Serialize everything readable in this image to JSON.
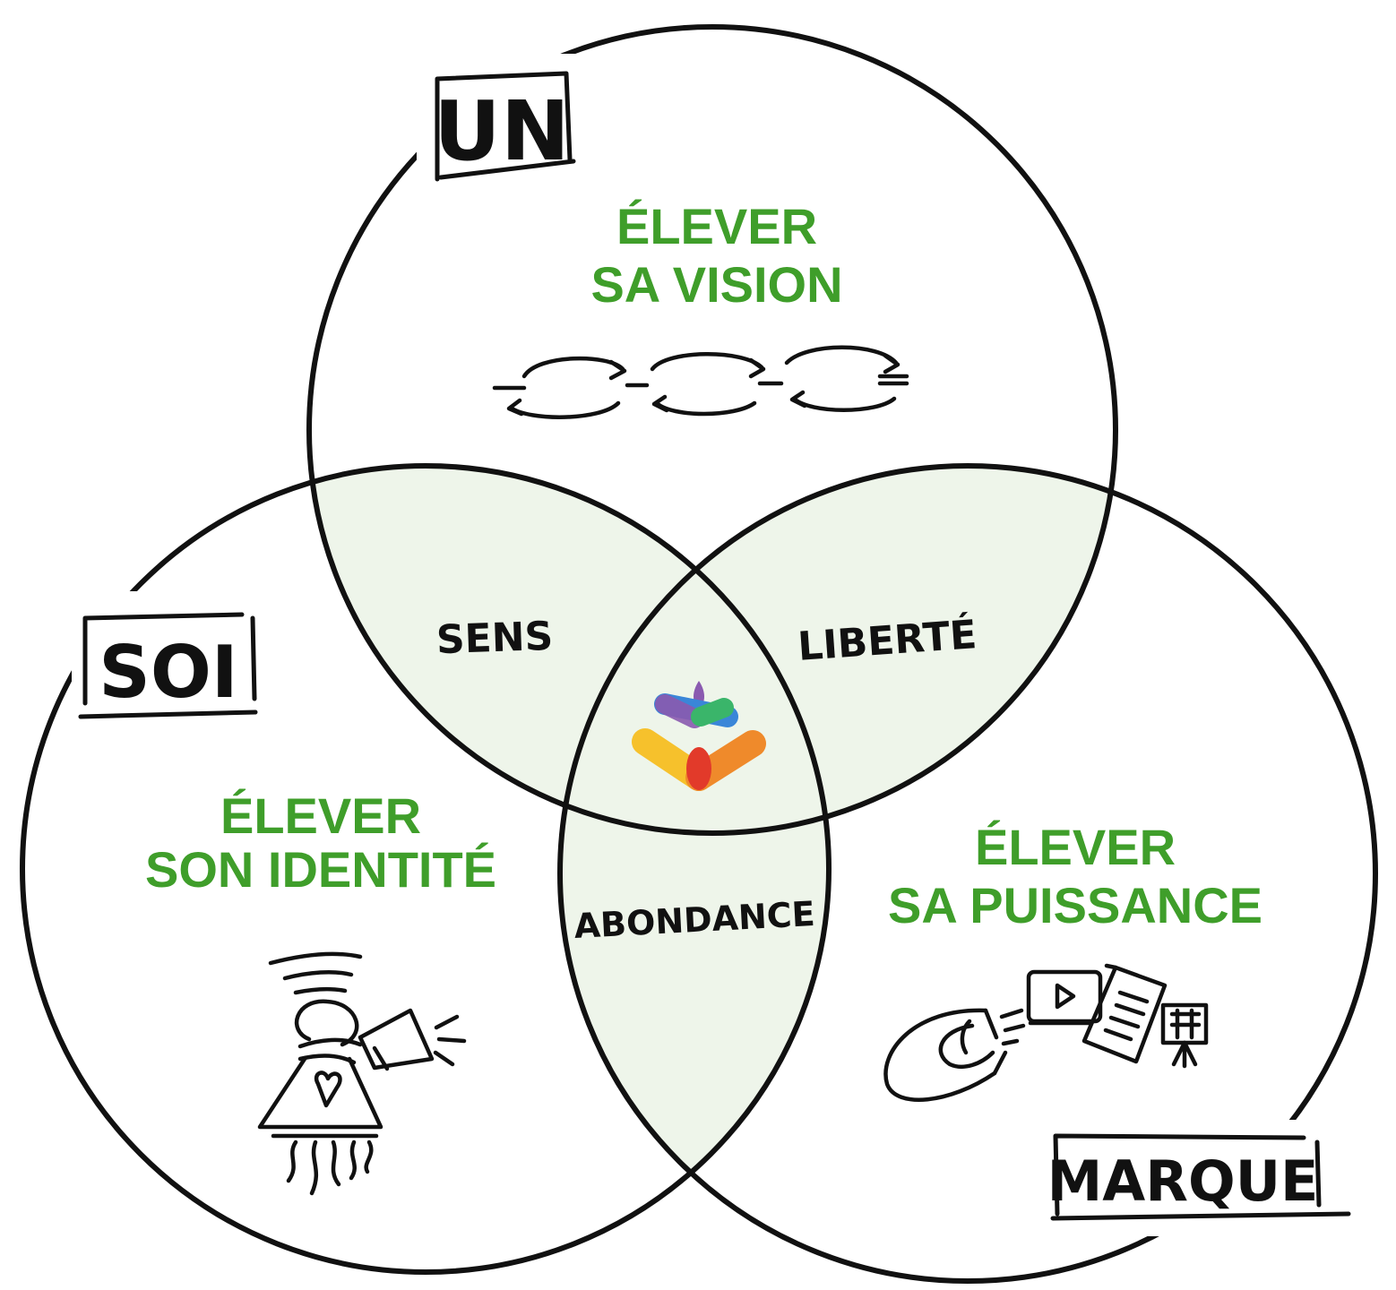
{
  "colors": {
    "green": "#3f9e2a",
    "overlap_fill": "#eef5ea",
    "stroke": "#111111",
    "logo_purple": "#8a5ab0",
    "logo_blue": "#3a86d8",
    "logo_green": "#3ab56a",
    "logo_yellow": "#f6c12c",
    "logo_orange": "#ef8a2b",
    "logo_red": "#e23a2a"
  },
  "circles": {
    "top": {
      "tag": "UN",
      "title_line1": "ÉLEVER",
      "title_line2": "SA VISION",
      "icon": "cycle-arrows-icon"
    },
    "left": {
      "tag": "SOI",
      "title_line1": "ÉLEVER",
      "title_line2": "SON IDENTITÉ",
      "icon": "person-megaphone-icon"
    },
    "right": {
      "tag": "MARQUE",
      "title_line1": "ÉLEVER",
      "title_line2": "SA PUISSANCE",
      "icon": "magnet-content-icon"
    }
  },
  "intersections": {
    "top_left": "SENS",
    "top_right": "LIBERTÉ",
    "left_right": "ABONDANCE",
    "center": "brand-logo"
  }
}
